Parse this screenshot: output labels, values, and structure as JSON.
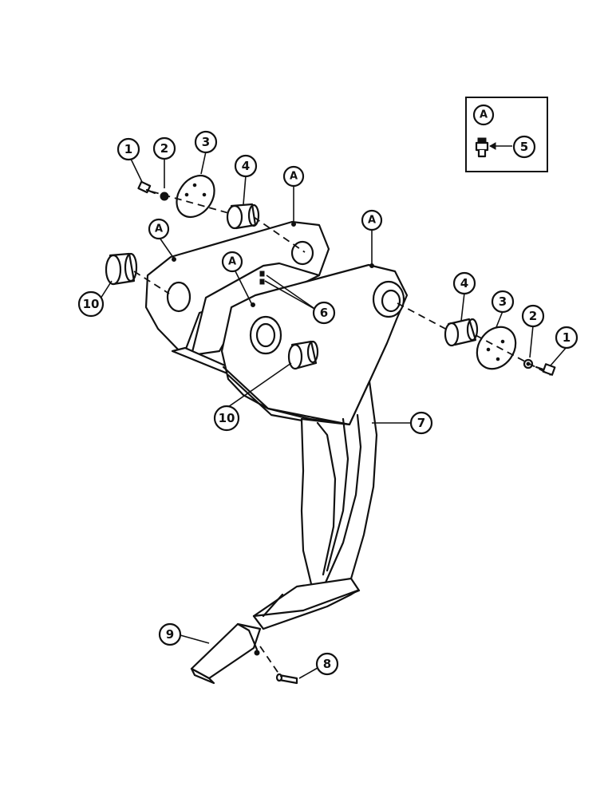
{
  "callouts": {
    "c1_left": "1",
    "c2_left": "2",
    "c3_left": "3",
    "c4_left": "4",
    "c10_left": "10",
    "c10_bottom": "10",
    "c6": "6",
    "c4_right": "4",
    "c3_right": "3",
    "c2_right": "2",
    "c1_right": "1",
    "c7": "7",
    "c9": "9",
    "c8": "8",
    "a1": "A",
    "a2": "A",
    "a3": "A",
    "a4": "A"
  },
  "legend": {
    "label": "A",
    "part": "5"
  }
}
